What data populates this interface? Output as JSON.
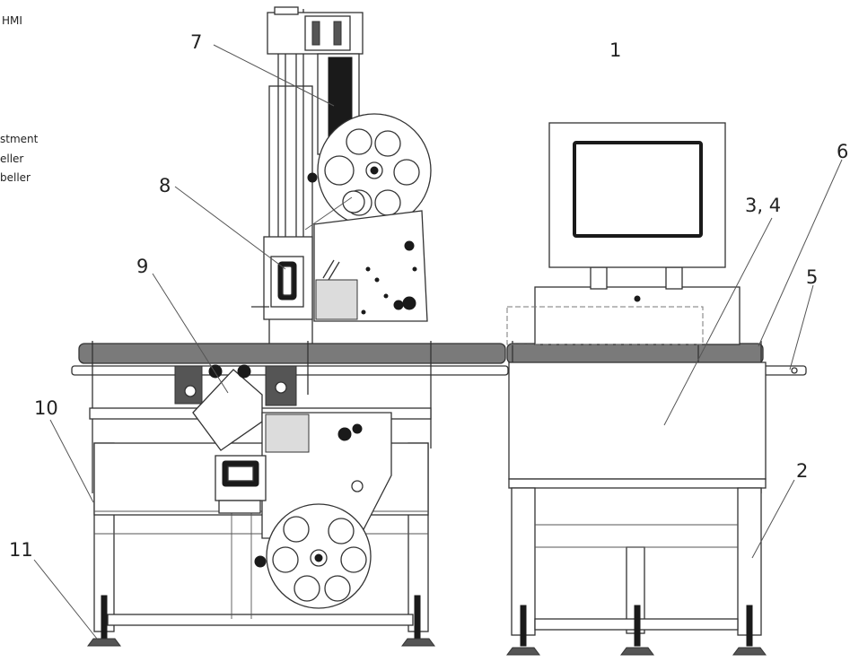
{
  "side_labels": [
    "HMI",
    "stment",
    "eller",
    "beller"
  ],
  "callouts": [
    "1",
    "2",
    "3, 4",
    "5",
    "6",
    "7",
    "8",
    "9",
    "10",
    "11"
  ]
}
